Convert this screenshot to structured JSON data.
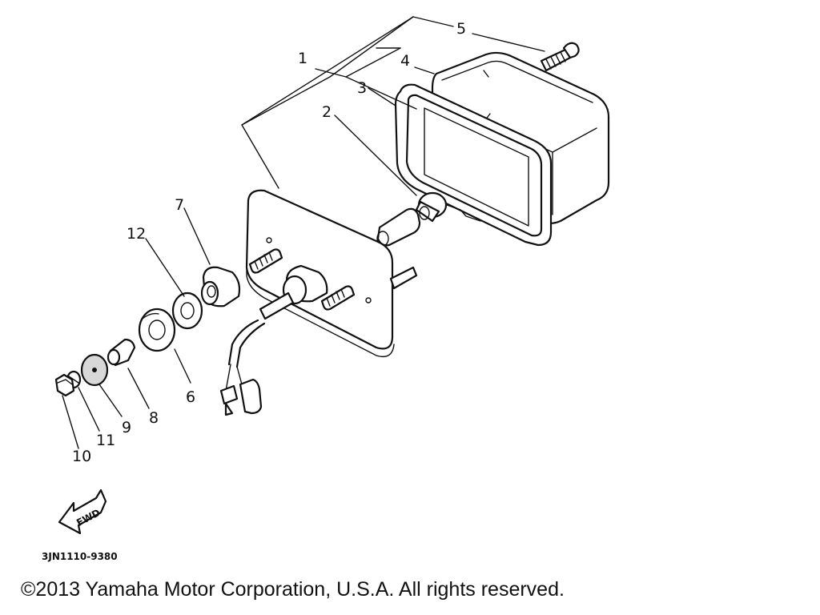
{
  "diagram": {
    "part_labels": [
      "1",
      "2",
      "3",
      "4",
      "5",
      "6",
      "7",
      "8",
      "9",
      "10",
      "11",
      "12"
    ],
    "fwd_label": "FWD",
    "drawing_code": "3JN1110-9380"
  },
  "footer": {
    "copyright": "©2013 Yamaha Motor Corporation, U.S.A. All rights reserved."
  }
}
